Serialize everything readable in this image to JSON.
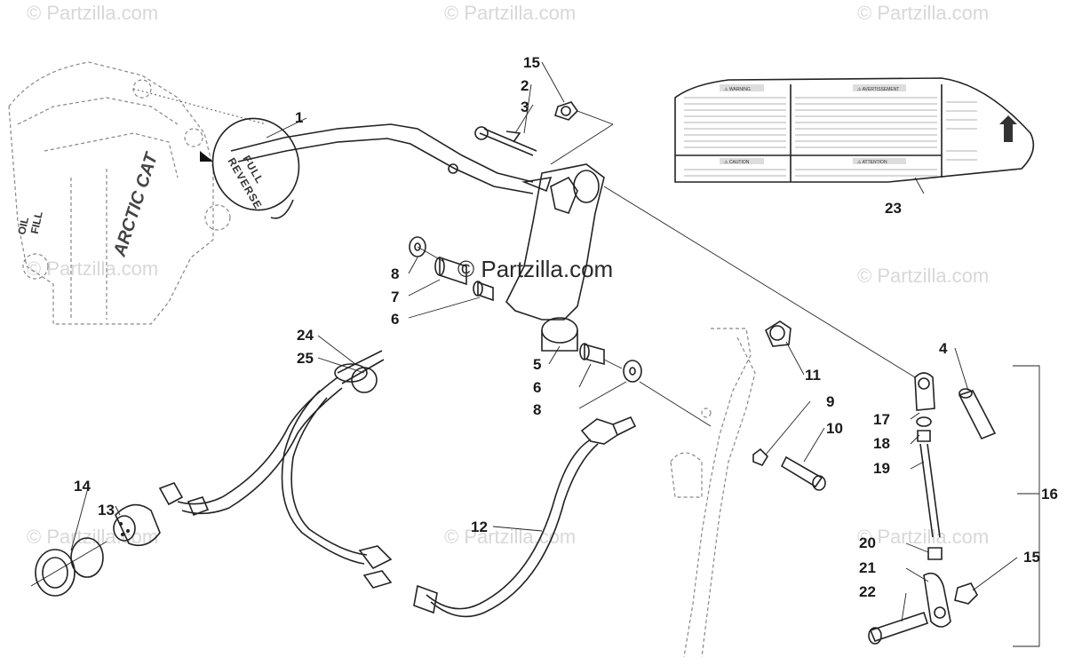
{
  "watermarks": {
    "top_left": "© Partzilla.com",
    "top_center": "© Partzilla.com",
    "top_right": "© Partzilla.com",
    "mid_left": "© Partzilla.com",
    "mid_center": "© Partzilla.com",
    "mid_right": "© Partzilla.com",
    "bot_left": "© Partzilla.com",
    "bot_center": "© Partzilla.com",
    "bot_right": "© Partzilla.com"
  },
  "callouts": {
    "c1": "1",
    "c2": "2",
    "c3": "3",
    "c4": "4",
    "c5": "5",
    "c6a": "6",
    "c6b": "6",
    "c7": "7",
    "c8a": "8",
    "c8b": "8",
    "c9": "9",
    "c10": "10",
    "c11": "11",
    "c12": "12",
    "c13": "13",
    "c14": "14",
    "c15a": "15",
    "c15b": "15",
    "c16": "16",
    "c17": "17",
    "c18": "18",
    "c19": "19",
    "c20": "20",
    "c21": "21",
    "c22": "22",
    "c23": "23",
    "c24": "24",
    "c25": "25"
  },
  "knob": {
    "line1": "FULL",
    "line2": "REVERSE"
  },
  "frame": {
    "oil1": "OIL",
    "oil2": "FILL",
    "brand": "ARCTIC CAT"
  },
  "decal": {
    "warning": "⚠ WARNING",
    "avertissement": "⚠ AVERTISSEMENT",
    "caution": "⚠ CAUTION",
    "attention": "⚠ ATTENTION"
  },
  "colors": {
    "line": "#222222",
    "watermark": "#d8d8d8",
    "background": "#ffffff"
  }
}
